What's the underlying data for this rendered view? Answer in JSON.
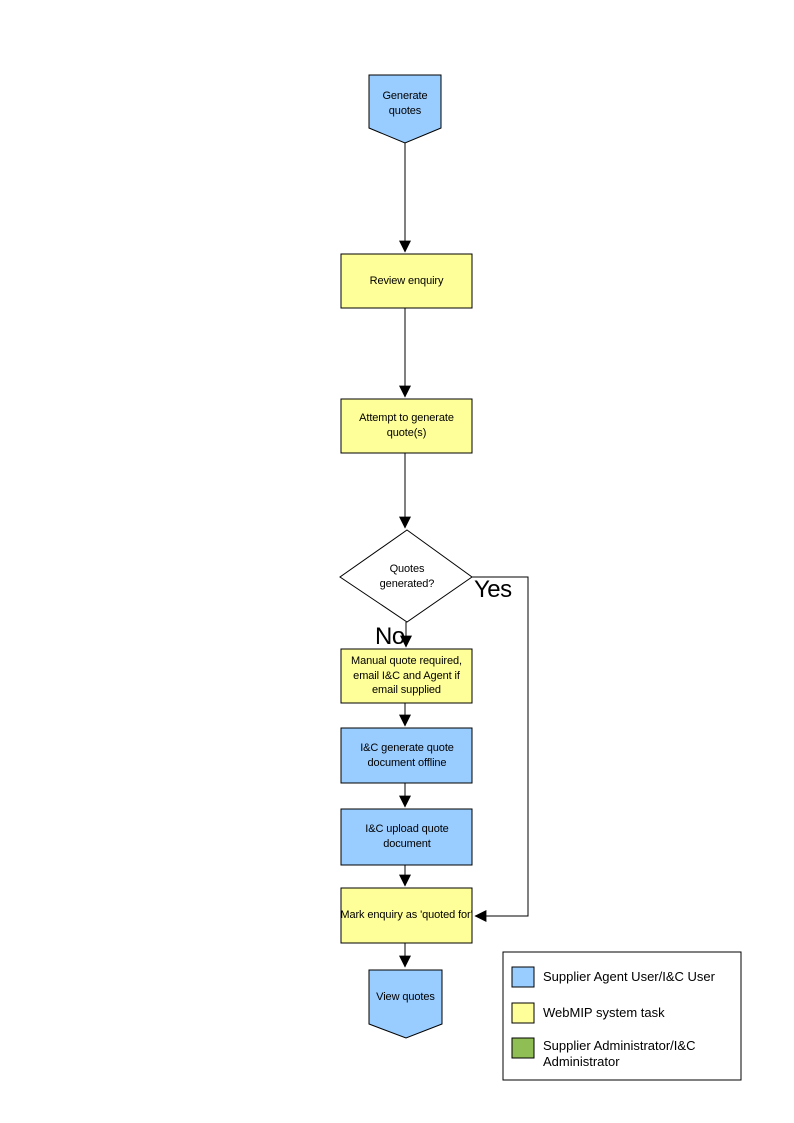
{
  "colors": {
    "actor_blue": "#99CCFF",
    "system_yellow": "#FFFF99",
    "admin_green": "#8FBE55",
    "line_black": "#000000",
    "background_white": "#FFFFFF"
  },
  "flowchart": {
    "start": "Generate quotes",
    "review": "Review enquiry",
    "attempt": "Attempt to generate quote(s)",
    "decision": "Quotes generated?",
    "yes_label": "Yes",
    "no_label": "No",
    "manual": "Manual quote required, email I&C and Agent if email supplied",
    "generate_offline": "I&C generate quote document offline",
    "upload": "I&C upload quote document",
    "mark": "Mark enquiry as 'quoted for'",
    "end": "View quotes"
  },
  "legend": {
    "items": [
      {
        "label": "Supplier Agent User/I&C User",
        "color": "#99CCFF"
      },
      {
        "label": "WebMIP system task",
        "color": "#FFFF99"
      },
      {
        "label": "Supplier Administrator/I&C Administrator",
        "color": "#8FBE55"
      }
    ]
  }
}
